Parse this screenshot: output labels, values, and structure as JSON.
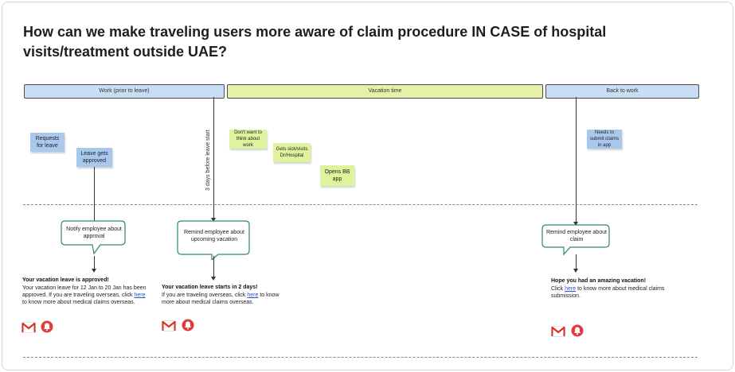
{
  "title": "How can we make traveling users more aware of claim procedure IN CASE of hospital visits/treatment outside UAE?",
  "phases": {
    "work": "Work (prior to leave)",
    "vacation": "Vacation time",
    "back": "Back to work"
  },
  "stickies": {
    "requests_leave": "Requests for leave",
    "leave_approved": "Leave gets approved",
    "dont_want": "Don't want to think about work",
    "gets_sick": "Gets sick/visits Dr/Hospital",
    "opens_bb": "Opens BB app",
    "needs_submit": "Needs to submit claims in app"
  },
  "timeline_label": "3 days before leave start",
  "bubbles": {
    "notify": "Notify employee about approval",
    "remind_upcoming": "Remind employee about upcoming vacation",
    "remind_claim": "Remind employee about claim"
  },
  "messages": {
    "approved": {
      "title": "Your vacation leave is approved!",
      "body_pre": "Your vacation leave for 12 Jan to 20 Jan has been approved. If you are traveling overseas, click ",
      "link": "here",
      "body_post": " to know more about medical claims overseas."
    },
    "starts": {
      "title": "Your vacation leave starts in 2 days!",
      "body_pre": "If you are traveling overseas, click ",
      "link": "here",
      "body_post": " to know more about medical claims overseas."
    },
    "hope": {
      "title": "Hope you had an amazing vacation!",
      "body_pre": "Click ",
      "link": "here",
      "body_post": " to know more about medical claims submission."
    }
  },
  "colors": {
    "phase_blue": "#c9def5",
    "phase_green": "#e6f0a8",
    "sticky_blue": "#a9c8ee",
    "sticky_green": "#dff39c",
    "bubble_border": "#2d8a5f",
    "gmail_red": "#d93025",
    "alert_red": "#e23b3b"
  },
  "icons": [
    "gmail-icon",
    "notification-bell-icon"
  ]
}
